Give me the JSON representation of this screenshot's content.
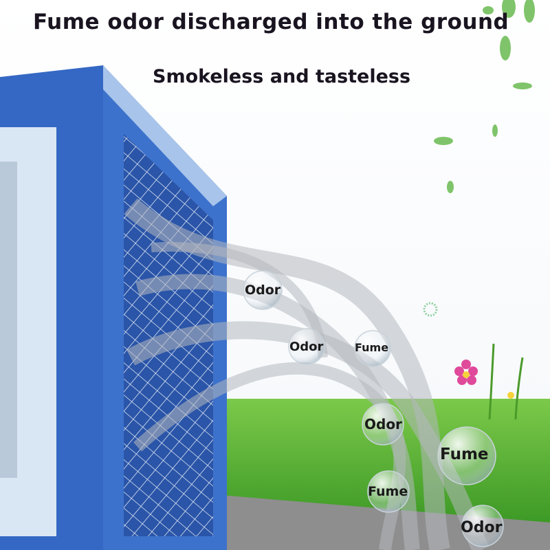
{
  "headline": "Fume odor discharged into the ground",
  "subheadline": "Smokeless and tasteless",
  "bubbles": [
    {
      "label": "Odor"
    },
    {
      "label": "Odor"
    },
    {
      "label": "Fume"
    },
    {
      "label": "Odor"
    },
    {
      "label": "Fume"
    },
    {
      "label": "Fume"
    },
    {
      "label": "Odor"
    }
  ],
  "colors": {
    "box_blue": "#2f5fb8",
    "grass": "#3fa02a",
    "smoke": "#b5b8bd"
  }
}
